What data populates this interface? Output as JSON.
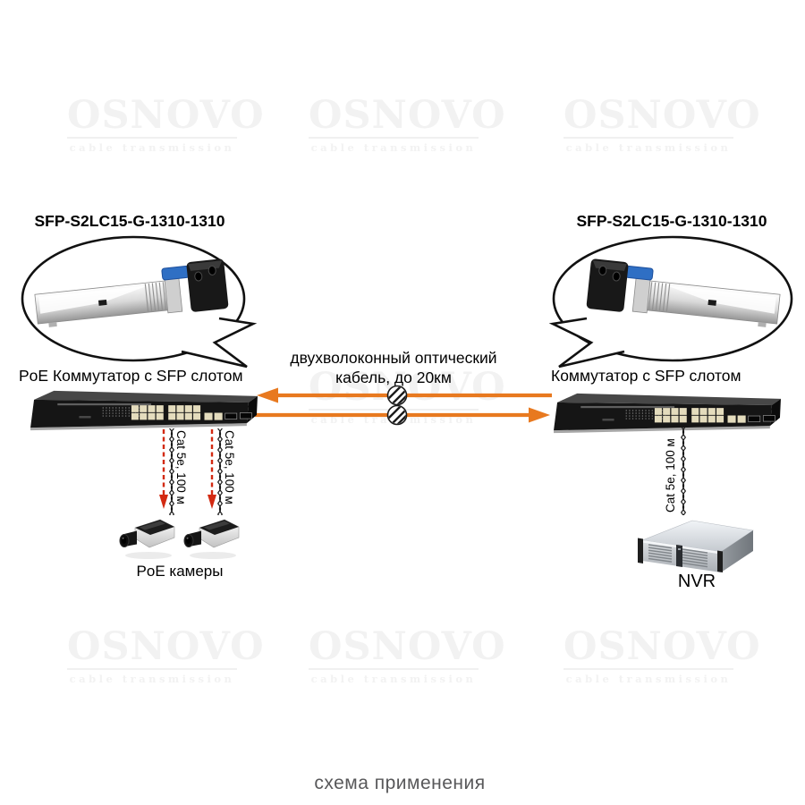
{
  "watermark": {
    "brand": "OSNOVO",
    "tagline": "cable transmission"
  },
  "sfp": {
    "left_label": "SFP-S2LC15-G-1310-1310",
    "right_label": "SFP-S2LC15-G-1310-1310"
  },
  "switches": {
    "left_label": "PoE Коммутатор с SFP слотом",
    "right_label": "Коммутатор с SFP слотом"
  },
  "fiber": {
    "caption_line1": "двухволоконный оптический",
    "caption_line2": "кабель, до 20км",
    "color": "#e8791f"
  },
  "cables": {
    "left1_label": "Cat 5e, 100 м",
    "left2_label": "Cat 5e, 100 м",
    "right_label": "Cat 5e, 100 м",
    "arrow_color": "#d32a12"
  },
  "cameras": {
    "label": "PoE камеры"
  },
  "nvr": {
    "label": "NVR"
  },
  "footer": {
    "caption": "схема применения"
  }
}
